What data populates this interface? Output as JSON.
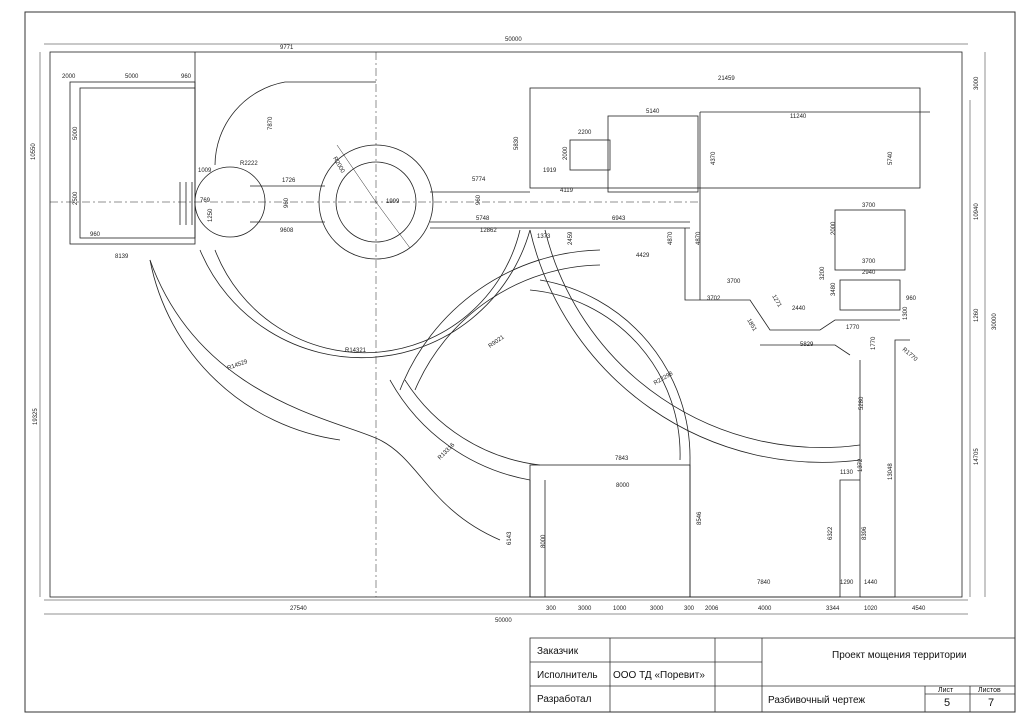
{
  "dims": {
    "top_total": "50000",
    "d9771": "9771",
    "d2000": "2000",
    "d5000a": "5000",
    "d960a": "960",
    "d10550": "10550",
    "d5000b": "5000",
    "d2500": "2500",
    "d960b": "960",
    "d7870": "7870",
    "dR2222": "R2222",
    "d1009": "1009",
    "d769": "769",
    "d1250": "1250",
    "d1726": "1726",
    "d960c": "960",
    "dR2000": "R2000",
    "d1999": "1999",
    "d9608": "9608",
    "d5774": "5774",
    "d5830": "5830",
    "d960d": "960",
    "d5748": "5748",
    "d12862": "12862",
    "d1373": "1373",
    "d8139": "8139",
    "d21459": "21459",
    "d3000r": "3000",
    "d5140": "5140",
    "d2200": "2200",
    "d2000b": "2000",
    "d1919": "1919",
    "d4119": "4119",
    "d11240": "11240",
    "d4370": "4370",
    "d5740": "5740",
    "d10940": "10940",
    "d6943": "6943",
    "d2459": "2459",
    "d4870a": "4870",
    "d4870b": "4870",
    "d4429": "4429",
    "d3700a": "3700",
    "d2000c": "2000",
    "d3700b": "3700",
    "d2940": "2940",
    "d3200": "3200",
    "d3480": "3480",
    "d3700c": "3700",
    "d3702": "3702",
    "d1271": "1271",
    "d2440": "2440",
    "d960e": "960",
    "d1851": "1851",
    "d1770a": "1770",
    "d1300": "1300",
    "d1260": "1260",
    "d30000": "30000",
    "d5829": "5829",
    "d1770b": "1770",
    "dR1770": "R1770",
    "dR14321": "R14321",
    "dR14529": "R14529",
    "dR9021": "R9021",
    "d19325": "19325",
    "dR13316": "R13316",
    "dR22298": "R22298",
    "d5280": "5280",
    "d14705": "14705",
    "d1130": "1130",
    "d1372": "1372",
    "d13048": "13048",
    "d7843": "7843",
    "d8000a": "8000",
    "d8546": "8546",
    "d6143": "6143",
    "d8000b": "8000",
    "d6322": "6322",
    "d8396": "8396",
    "d7840": "7840",
    "d1290": "1290",
    "d1440": "1440",
    "b27540": "27540",
    "b300a": "300",
    "b3000a": "3000",
    "b1000a": "1000",
    "b3000b": "3000",
    "b300b": "300",
    "b2006": "2006",
    "b4000": "4000",
    "b3344": "3344",
    "b1020": "1020",
    "b4540": "4540",
    "bottom_total": "50000"
  },
  "title_block": {
    "customer_label": "Заказчик",
    "executor_label": "Исполнитель",
    "executor_value": "ООО ТД «Поревит»",
    "developer_label": "Разработал",
    "project_title": "Проект мощения территории",
    "drawing_title": "Разбивочный чертеж",
    "sheet_label": "Лист",
    "sheets_label": "Листов",
    "sheet_number": "5",
    "sheets_total": "7"
  }
}
